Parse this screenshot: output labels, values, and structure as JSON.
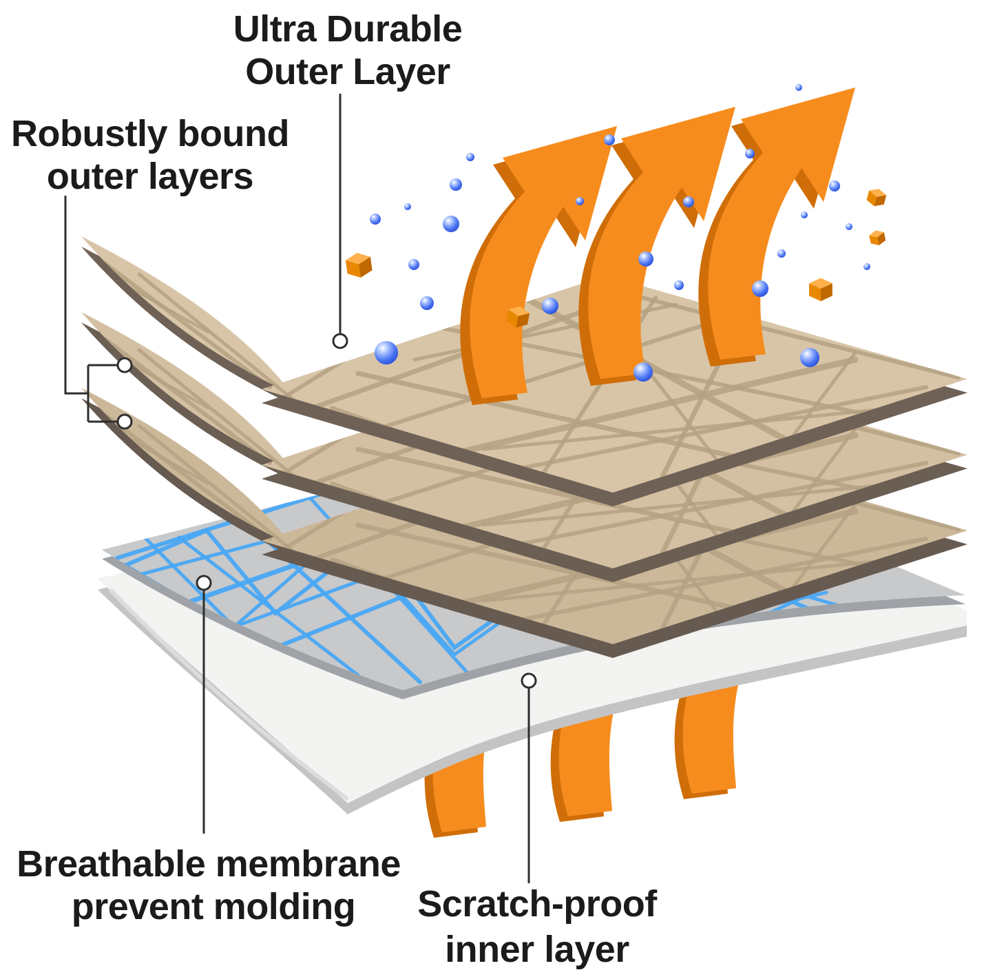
{
  "diagram": {
    "labels": {
      "outer_layer": {
        "line1": "Ultra Durable",
        "line2": "Outer Layer"
      },
      "bound_layers": {
        "line1": "Robustly bound",
        "line2": "outer layers"
      },
      "membrane": {
        "line1": "Breathable membrane",
        "line2": "prevent molding"
      },
      "inner_layer": {
        "line1": "Scratch-proof",
        "line2": "inner layer"
      }
    },
    "icons": {
      "steam_arrow": "orange curved arrow (breathability / vapor escaping)",
      "water_droplet": "blue sphere (water beading)",
      "dirt_particle": "orange cube (dirt / debris)"
    },
    "colors": {
      "fabric_tan": "#d8c5a8",
      "fabric_fiber": "#b4a183",
      "fabric_edge": "#6f6156",
      "membrane_gray": "#c8c9cb",
      "membrane_fiber": "#49a8f4",
      "inner_white": "#f3f3f2",
      "inner_edge": "#c4c4c4",
      "arrow_orange": "#f78c1e",
      "arrow_orange_dark": "#cf6e08",
      "droplet_blue": "#2b50d8",
      "text": "#1b1b1b",
      "background": "#ffffff"
    }
  }
}
